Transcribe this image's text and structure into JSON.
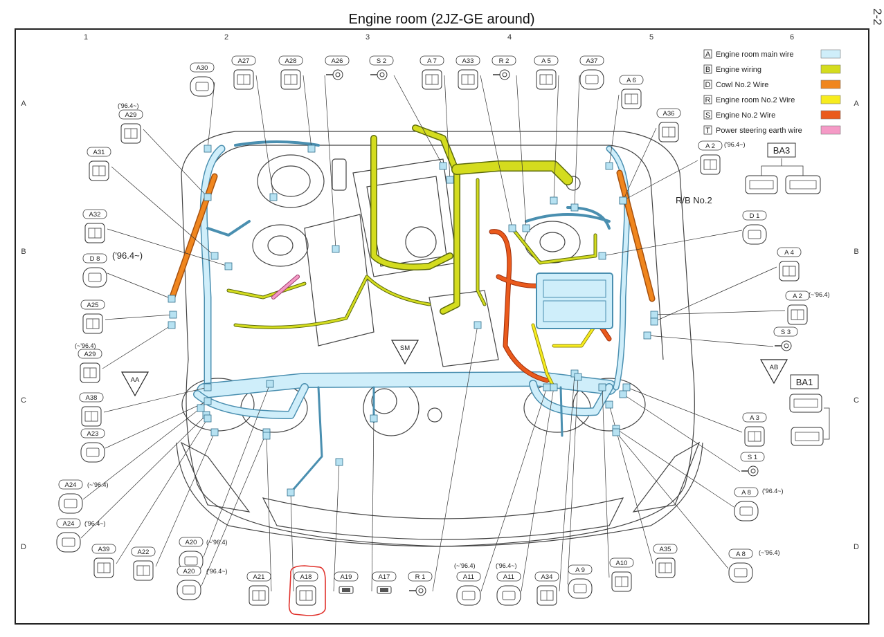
{
  "title": "Engine room (2JZ-GE around)",
  "page_number": "2-2",
  "grid": {
    "columns": [
      "1",
      "2",
      "3",
      "4",
      "5",
      "6"
    ],
    "rows_left": [
      "A",
      "B",
      "C",
      "D"
    ],
    "rows_right": [
      "A",
      "B",
      "C",
      "D"
    ]
  },
  "legend": [
    {
      "code": "A",
      "label": "Engine room main wire",
      "color": "#cfeefa"
    },
    {
      "code": "B",
      "label": "Engine wiring",
      "color": "#d4dc1e"
    },
    {
      "code": "D",
      "label": "Cowl No.2 Wire",
      "color": "#f0861e"
    },
    {
      "code": "R",
      "label": "Engine room No.2 Wire",
      "color": "#f7ec1e"
    },
    {
      "code": "S",
      "label": "Engine No.2 Wire",
      "color": "#ea5a1c"
    },
    {
      "code": "T",
      "label": "Power steering earth wire",
      "color": "#f59ac6"
    }
  ],
  "connectors": {
    "A30": "A30",
    "A27": "A27",
    "A28": "A28",
    "A26": "A26",
    "S2": "S 2",
    "A7": "A 7",
    "A33": "A33",
    "R2": "R 2",
    "A5": "A 5",
    "A37": "A37",
    "A29a": "A29",
    "A31": "A31",
    "A32": "A32",
    "D8": "D 8",
    "A25": "A25",
    "A29b": "A29",
    "A38": "A38",
    "A23": "A23",
    "A24a": "A24",
    "A24b": "A24",
    "A39": "A39",
    "A22": "A22",
    "A20a": "A20",
    "A20b": "A20",
    "A21": "A21",
    "A18": "A18",
    "A19": "A19",
    "A17": "A17",
    "R1": "R 1",
    "A11a": "A11",
    "A11b": "A11",
    "A34": "A34",
    "A9": "A 9",
    "A10": "A10",
    "A35": "A35",
    "A8a": "A 8",
    "A8b": "A 8",
    "S1": "S 1",
    "A3": "A 3",
    "S3": "S 3",
    "A2a": "A 2",
    "A2b": "A 2",
    "A4": "A 4",
    "D1": "D 1",
    "A6": "A 6",
    "A36": "A36",
    "BA3": "BA3",
    "BA1": "BA1"
  },
  "notes": {
    "n964to_a29": "('96.4~)",
    "n964to_d8": "('96.4~)",
    "nto964_a29": "(~'96.4)",
    "nto964_a24": "(~'96.4)",
    "n964to_a24": "('96.4~)",
    "nto964_a20": "(~'96.4)",
    "n964to_a20": "('96.4~)",
    "nto964_a11": "(~'96.4)",
    "n964to_a11": "('96.4~)",
    "n964to_a8": "('96.4~)",
    "nto964_a8": "(~'96.4)",
    "nto964_a2": "(~'96.4)",
    "n964to_a2": "('96.4~)"
  },
  "labels": {
    "rb": "R/B No.2",
    "aa": "AA",
    "ab": "AB",
    "sm": "SM"
  },
  "highlight": {
    "target": "A18",
    "color": "#e0302a"
  }
}
